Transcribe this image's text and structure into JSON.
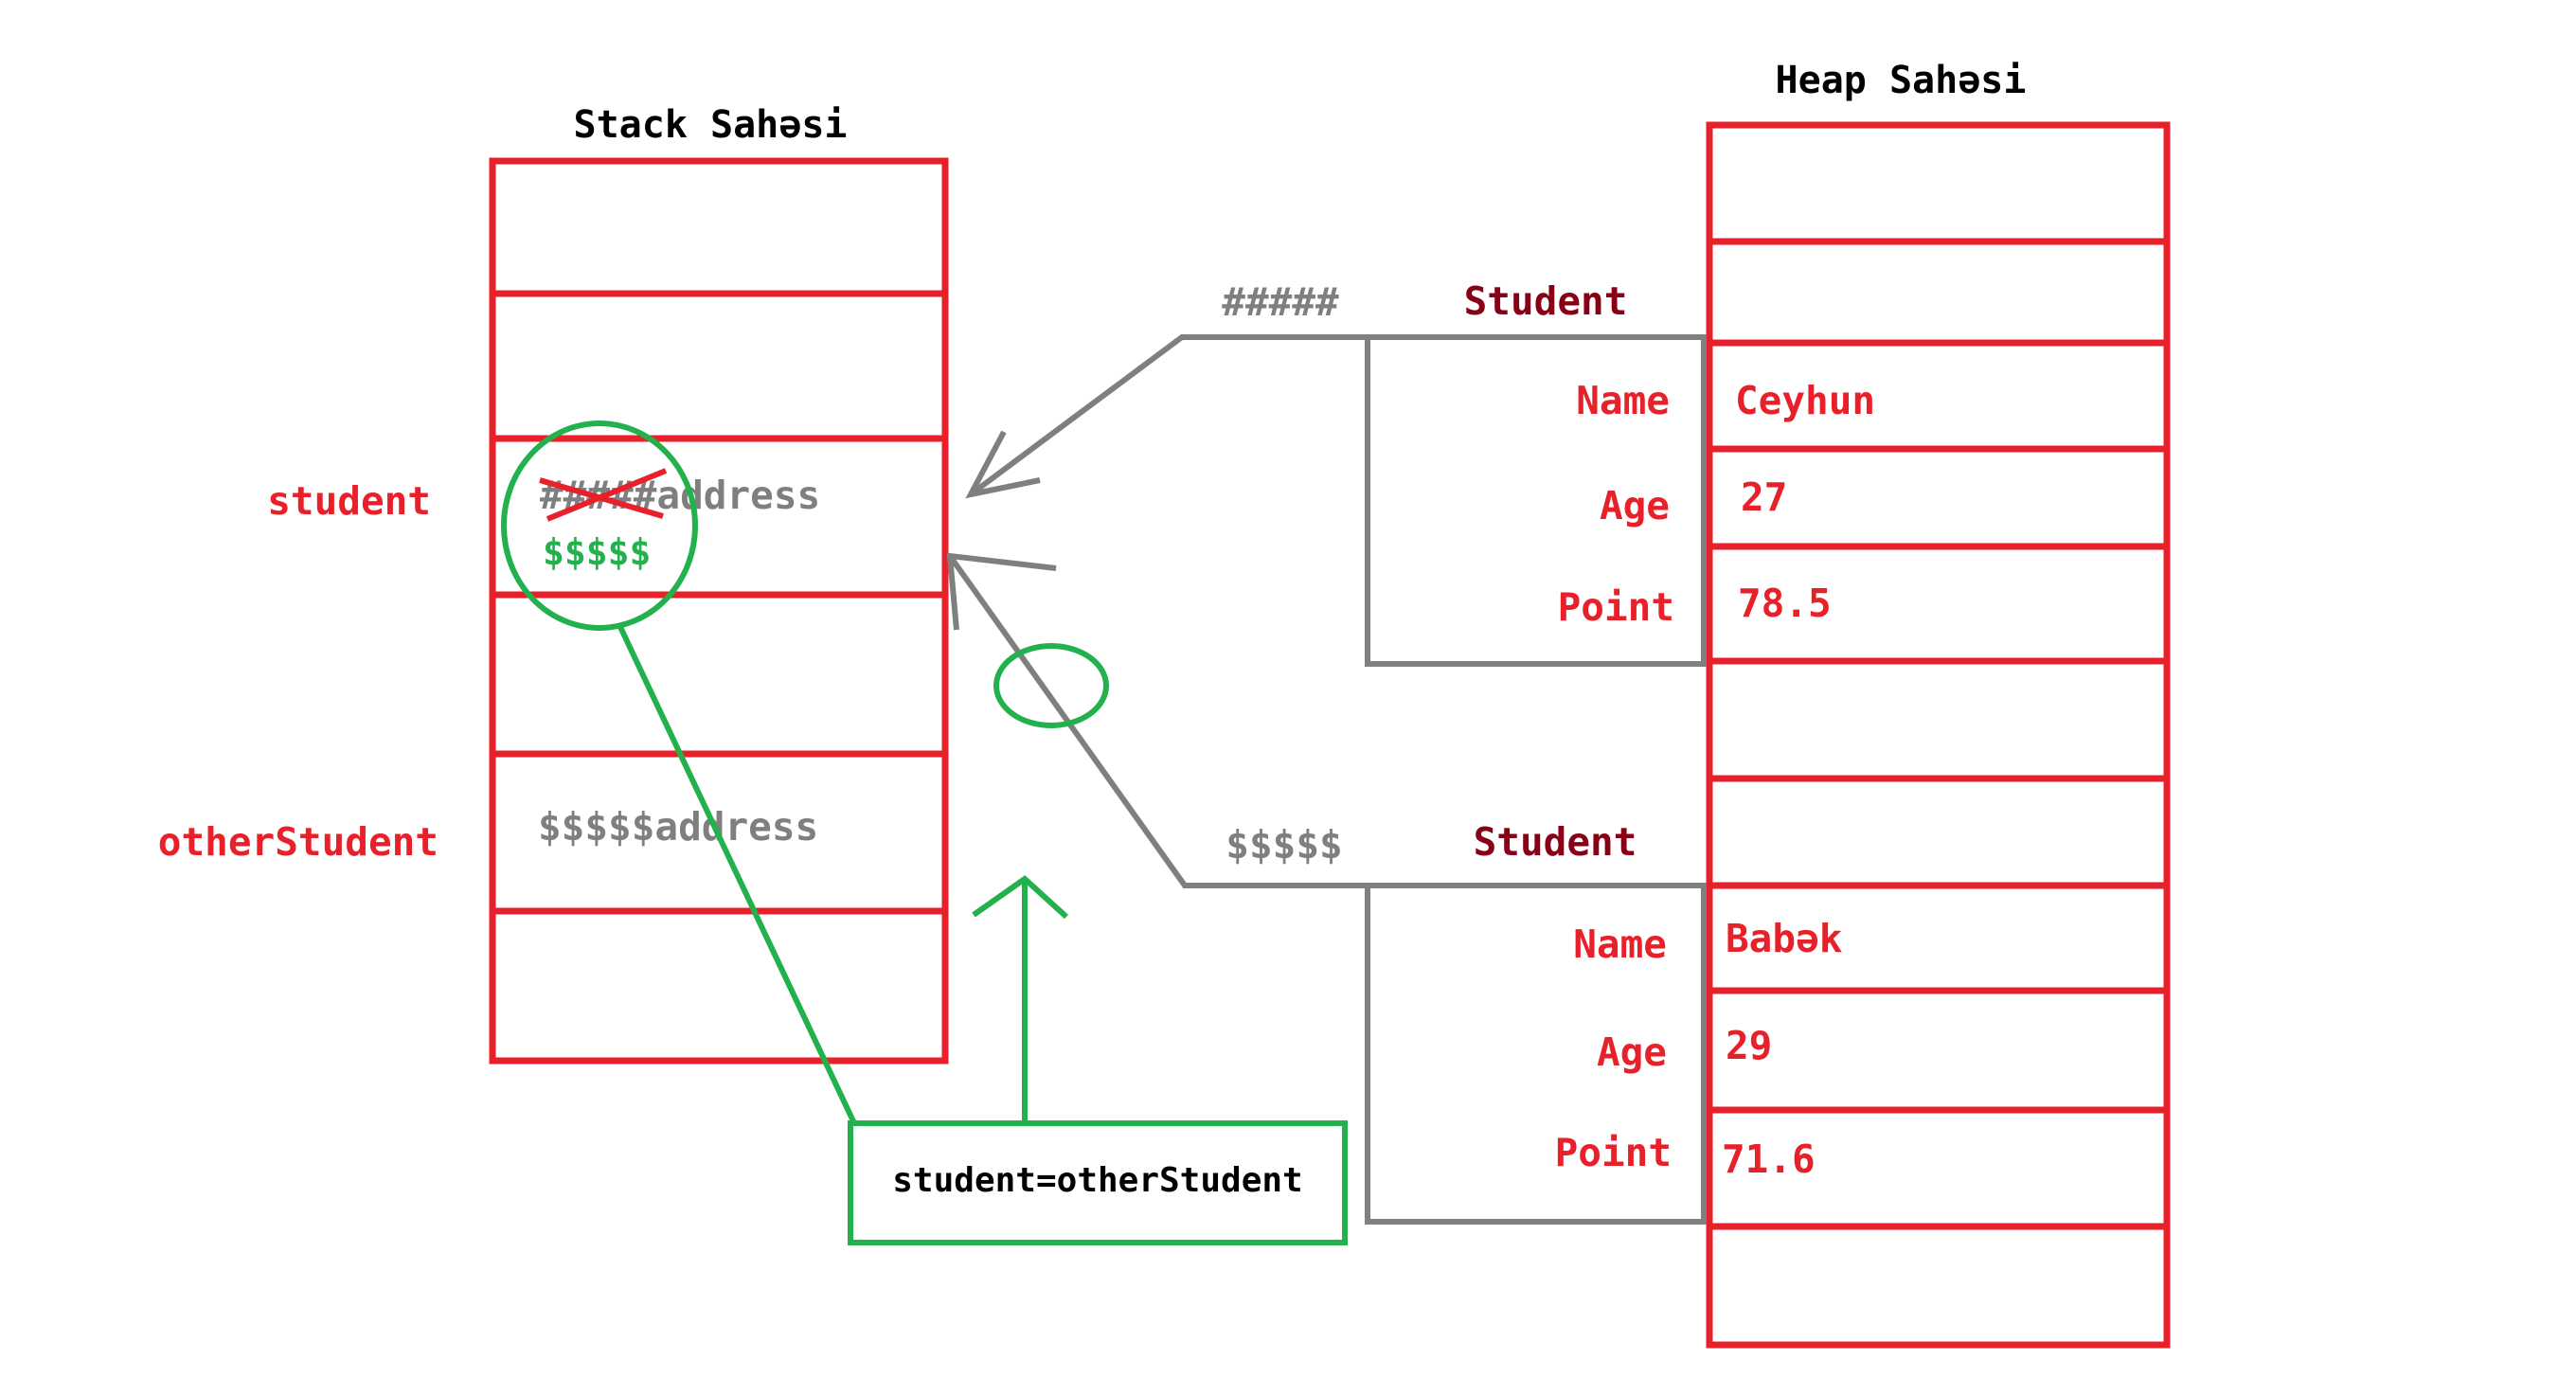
{
  "stack": {
    "title": "Stack Sahəsi",
    "student_label": "student",
    "other_student_label": "otherStudent",
    "student_old_hash": "#####",
    "student_old_suffix": "address",
    "student_new_value": "$$$$$",
    "other_student_value": "$$$$$address"
  },
  "heap": {
    "title": "Heap Sahəsi",
    "objects": [
      {
        "address": "#####",
        "type": "Student",
        "fields": [
          {
            "name": "Name",
            "value": "Ceyhun"
          },
          {
            "name": "Age",
            "value": "27"
          },
          {
            "name": "Point",
            "value": "78.5"
          }
        ]
      },
      {
        "address": "$$$$$",
        "type": "Student",
        "fields": [
          {
            "name": "Name",
            "value": "Babək"
          },
          {
            "name": "Age",
            "value": "29"
          },
          {
            "name": "Point",
            "value": "71.6"
          }
        ]
      }
    ]
  },
  "assignment": {
    "code": "student=otherStudent"
  },
  "colors": {
    "red": "#e8202a",
    "grey": "#7f7f7f",
    "green": "#22b14c",
    "dark_red": "#880015"
  }
}
